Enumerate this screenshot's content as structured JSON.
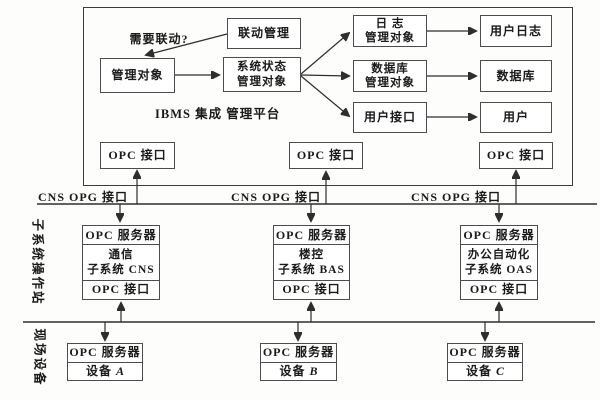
{
  "figure": {
    "platform": {
      "title_line1": "IBMS 集成",
      "title_line2": "管理平台",
      "question_label": "需要联动?",
      "linkage_box": "联动管理",
      "managed_box": "管理对象",
      "sysstate_line1": "系统状态",
      "sysstate_line2": "管理对象",
      "log_line1": "日 志",
      "log_line2": "管理对象",
      "userlog_box": "用户日志",
      "db_mgmt_line1": "数据库",
      "db_mgmt_line2": "管理对象",
      "database_box": "数据库",
      "userif_box": "用户接口",
      "user_box": "用户",
      "opc_interface": [
        "OPC 接口",
        "OPC 接口",
        "OPC 接口"
      ]
    },
    "bus_labels": [
      "CNS OPG 接口",
      "CNS OPG 接口",
      "CNS OPG 接口"
    ],
    "subsystem_layer": {
      "side_label": "子系统操作站",
      "columns": [
        {
          "server": "OPC 服务器",
          "name_line1": "通信",
          "name_line2": "子系统 CNS",
          "interface": "OPC 接口"
        },
        {
          "server": "OPC 服务器",
          "name_line1": "楼控",
          "name_line2": "子系统 BAS",
          "interface": "OPC 接口"
        },
        {
          "server": "OPC 服务器",
          "name_line1": "办公自动化",
          "name_line2": "子系统 OAS",
          "interface": "OPC 接口"
        }
      ]
    },
    "field_layer": {
      "side_label": "现场设备",
      "columns": [
        {
          "server": "OPC 服务器",
          "device_prefix": "设备",
          "device_id": "A"
        },
        {
          "server": "OPC 服务器",
          "device_prefix": "设备",
          "device_id": "B"
        },
        {
          "server": "OPC 服务器",
          "device_prefix": "设备",
          "device_id": "C"
        }
      ]
    },
    "colors": {
      "line": "#2e2e2e",
      "box_border": "#4c4c4c",
      "background": "#fdfdfc",
      "text": "#1a1a1a"
    }
  }
}
